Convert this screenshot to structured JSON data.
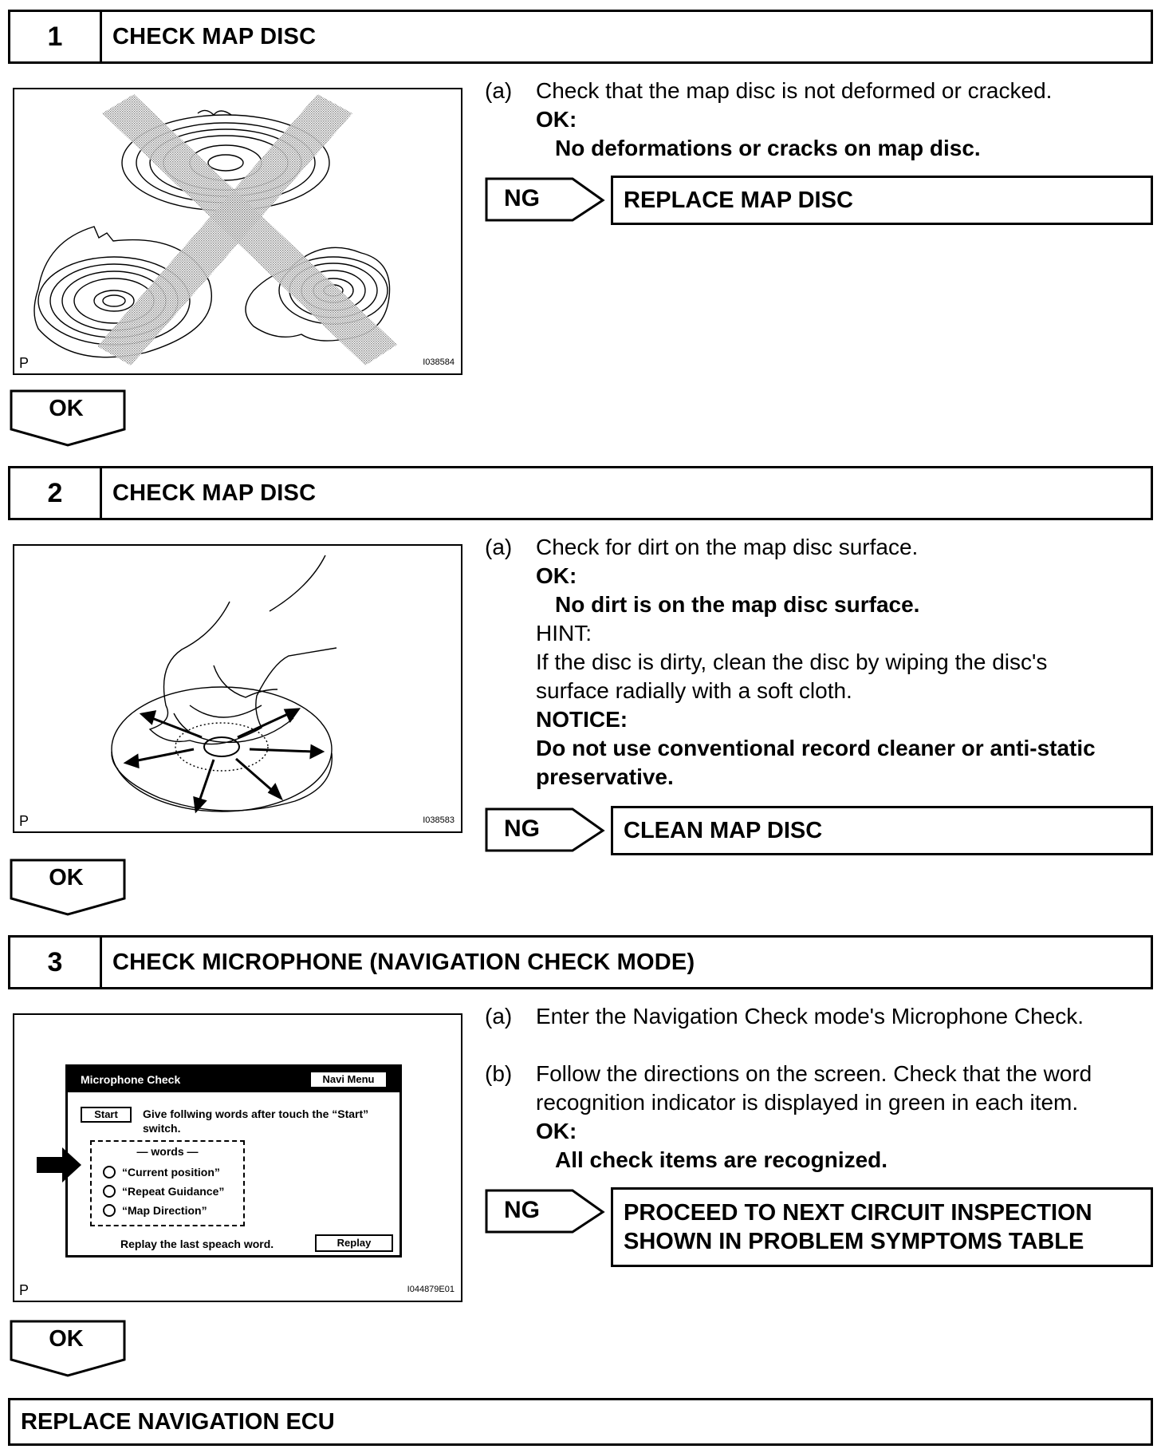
{
  "steps": [
    {
      "number": "1",
      "title": "CHECK MAP DISC",
      "figure": {
        "corner": "P",
        "code": "I038584"
      },
      "lines": {
        "a_label": "(a)",
        "a_text": "Check that the map disc is not deformed or cracked.",
        "ok_label": "OK:",
        "ok_text": "No deformations or cracks on map disc."
      },
      "ng": "NG",
      "ng_result": "REPLACE MAP DISC",
      "ok_arrow": "OK"
    },
    {
      "number": "2",
      "title": "CHECK MAP DISC",
      "figure": {
        "corner": "P",
        "code": "I038583"
      },
      "lines": {
        "a_label": "(a)",
        "a_text": "Check for dirt on the map disc surface.",
        "ok_label": "OK:",
        "ok_text": "No dirt is on the map disc surface.",
        "hint_label": "HINT:",
        "hint_line1": "If the disc is dirty, clean the disc by wiping the disc's",
        "hint_line2": "surface radially with a soft cloth.",
        "notice_label": "NOTICE:",
        "notice_line1": "Do not use conventional record cleaner or anti-static",
        "notice_line2": "preservative."
      },
      "ng": "NG",
      "ng_result": "CLEAN MAP DISC",
      "ok_arrow": "OK"
    },
    {
      "number": "3",
      "title": "CHECK MICROPHONE (NAVIGATION CHECK MODE)",
      "figure": {
        "corner": "P",
        "code": "I044879E01",
        "screen": {
          "title": "Microphone Check",
          "navi_button": "Navi Menu",
          "start_button": "Start",
          "instruction": "Give follwing words after touch the “Start” switch.",
          "words_title": "— words —",
          "words": [
            "“Current position”",
            "“Repeat Guidance”",
            "“Map Direction”"
          ],
          "replay_text": "Replay the last speach word.",
          "replay_button": "Replay"
        }
      },
      "lines": {
        "a_label": "(a)",
        "a_text": "Enter the Navigation Check mode's Microphone Check.",
        "b_label": "(b)",
        "b_line1": "Follow the directions on the screen. Check that the word",
        "b_line2": "recognition indicator is displayed in green in each item.",
        "ok_label": "OK:",
        "ok_text": "All check items are recognized."
      },
      "ng": "NG",
      "ng_result_line1": "PROCEED TO NEXT CIRCUIT INSPECTION",
      "ng_result_line2": "SHOWN IN PROBLEM SYMPTOMS TABLE",
      "ok_arrow": "OK"
    }
  ],
  "final": "REPLACE NAVIGATION ECU"
}
